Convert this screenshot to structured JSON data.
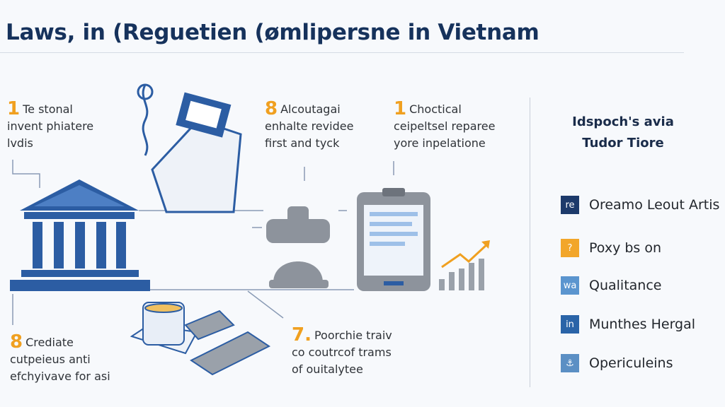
{
  "title": "Laws, in (Reguetien (ømlipersne in Vietnam",
  "steps": [
    {
      "num": "1",
      "lines": [
        "Te stonal",
        "invent phiatere",
        "lvdis"
      ]
    },
    {
      "num": "8",
      "lines": [
        "Alcoutagai",
        "enhalte revidee",
        "first and tyck"
      ]
    },
    {
      "num": "1",
      "lines": [
        "Choctical",
        "ceipeltsel reparee",
        "yore inpelatione"
      ]
    },
    {
      "num": "8",
      "lines": [
        "Crediate",
        "cutpeieus anti",
        "efchyivave for asi"
      ]
    },
    {
      "num": "7.",
      "lines": [
        "Poorchie traiv",
        "co coutrcof trams",
        "of ouitalytee"
      ]
    }
  ],
  "sidebar": {
    "title_lines": [
      "Idspoch's avia",
      "Tudor Tiore"
    ],
    "items": [
      {
        "badge": "re",
        "label": "Oreamo Leout Artis",
        "color": "#1d3a6b"
      },
      {
        "badge": "?",
        "label": "Poxy bs on",
        "color": "#f2a62a"
      },
      {
        "badge": "wa",
        "label": "Qualitance",
        "color": "#5b95cf"
      },
      {
        "badge": "in",
        "label": "Munthes Hergal",
        "color": "#2a64a8"
      },
      {
        "badge": "⚓",
        "label": "Opericuleins",
        "color": "#5b8fc4"
      }
    ]
  }
}
